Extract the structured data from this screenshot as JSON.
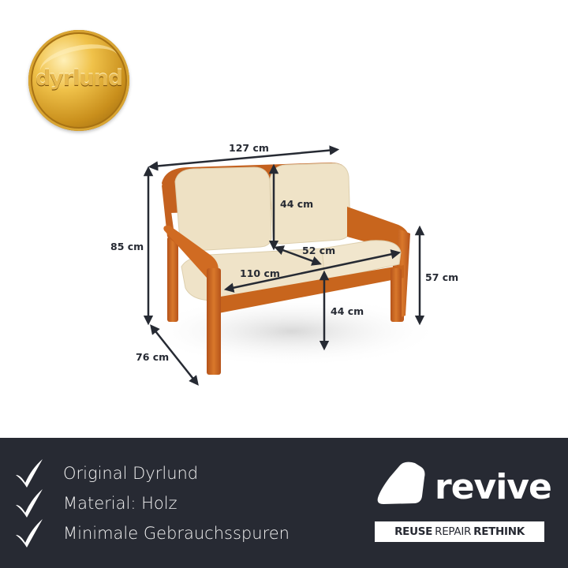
{
  "brand_badge": {
    "text": "dyrlund",
    "icon": "gold-coin-logo"
  },
  "product": {
    "type": "2-seater sofa",
    "frame_color": "#c8651d",
    "cushion_color": "#eee1c4"
  },
  "dimensions": {
    "width": "127 cm",
    "height": "85 cm",
    "depth": "76 cm",
    "backrest_height": "44 cm",
    "seat_depth": "52 cm",
    "seat_width": "110 cm",
    "seat_height": "44 cm",
    "armrest_height": "57 cm"
  },
  "features": [
    {
      "icon": "check-icon",
      "label": "Original Dyrlund"
    },
    {
      "icon": "check-icon",
      "label": "Material: Holz"
    },
    {
      "icon": "check-icon",
      "label": "Minimale Gebrauchsspuren"
    }
  ],
  "revive": {
    "wordmark": "revive",
    "tagline_1": "REUSE",
    "tagline_2": "REPAIR",
    "tagline_3": "RETHINK"
  },
  "colors": {
    "banner_bg": "#272a33",
    "dimension_ink": "#262a33",
    "text_light": "#f2f2f2"
  }
}
